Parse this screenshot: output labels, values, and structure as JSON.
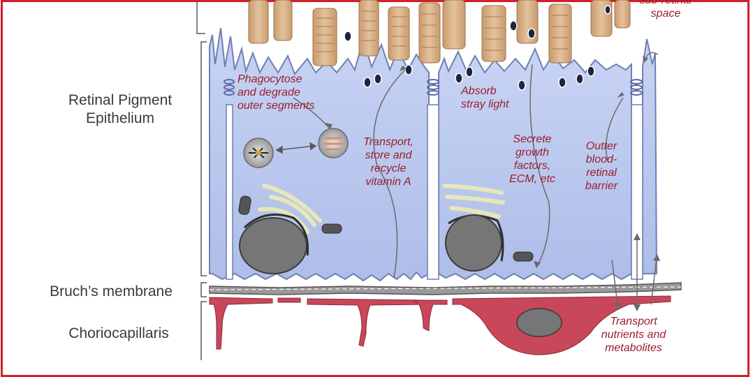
{
  "colors": {
    "frame": "#d1202a",
    "cell_fill": "#bccbf0",
    "cell_stroke": "#6f7fb2",
    "photoreceptor": "#d9b48e",
    "capillary": "#c8475a",
    "nucleus": "#767676",
    "annotation_text": "#9b1d2a",
    "label_text": "#3a3a3a"
  },
  "labels": {
    "rpe_line1": "Retinal Pigment",
    "rpe_line2": "Epithelium",
    "bruch": "Bruch’s membrane",
    "chorio": "Choriocapillaris"
  },
  "annotations": {
    "subretinal_line1": "sub-retinal",
    "subretinal_line2": "space",
    "phago_line1": "Phagocytose",
    "phago_line2": "and degrade",
    "phago_line3": "outer segments",
    "transport_line1": "Transport,",
    "transport_line2": "store and",
    "transport_line3": "recycle",
    "transport_line4": "vitamin A",
    "absorb_line1": "Absorb",
    "absorb_line2": "stray light",
    "secrete_line1": "Secrete",
    "secrete_line2": "growth",
    "secrete_line3": "factors,",
    "secrete_line4": "ECM, etc",
    "barrier_line1": "Outter",
    "barrier_line2": "blood-",
    "barrier_line3": "retinal",
    "barrier_line4": "barrier",
    "nutrients_line1": "Transport",
    "nutrients_line2": "nutrients and",
    "nutrients_line3": "metabolites"
  }
}
